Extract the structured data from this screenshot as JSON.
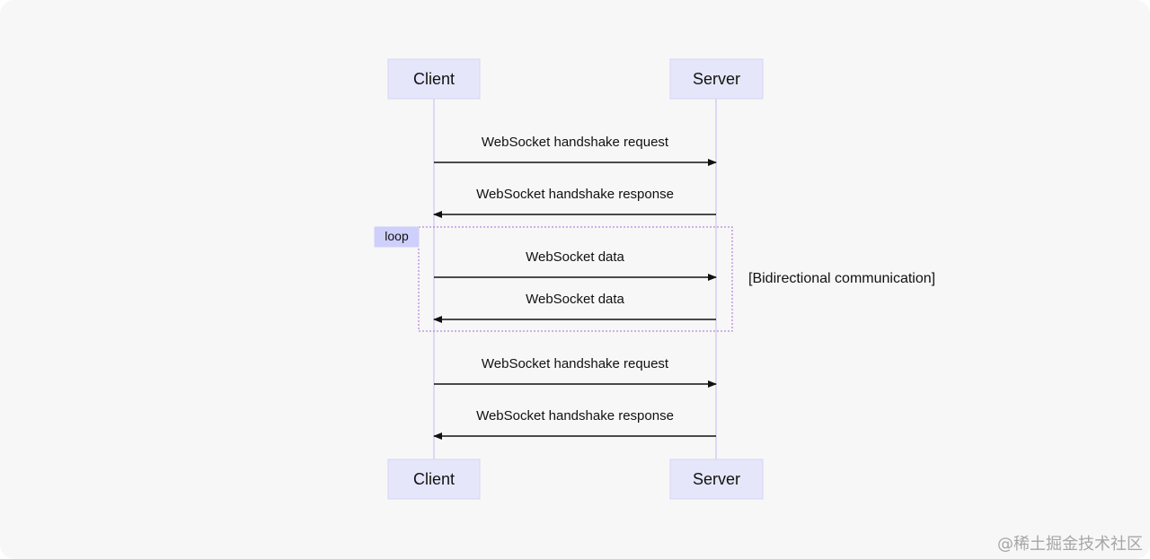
{
  "diagram": {
    "participants": {
      "client": "Client",
      "server": "Server"
    },
    "messages": [
      {
        "text": "WebSocket handshake request",
        "direction": "client-to-server"
      },
      {
        "text": "WebSocket handshake response",
        "direction": "server-to-client"
      },
      {
        "text": "WebSocket data",
        "direction": "client-to-server"
      },
      {
        "text": "WebSocket data",
        "direction": "server-to-client"
      },
      {
        "text": "WebSocket handshake request",
        "direction": "client-to-server"
      },
      {
        "text": "WebSocket handshake response",
        "direction": "server-to-client"
      }
    ],
    "loop": {
      "label": "loop",
      "condition": "[Bidirectional communication]"
    }
  },
  "watermark": "@稀土掘金技术社区",
  "colors": {
    "background": "#f7f7f7",
    "actor_fill": "#e6e6fb",
    "lifeline": "#cfc3f2",
    "loop_border": "#a56ad9",
    "loop_label_fill": "#cfcffb",
    "text": "#111111",
    "watermark": "#a6a6a6"
  }
}
